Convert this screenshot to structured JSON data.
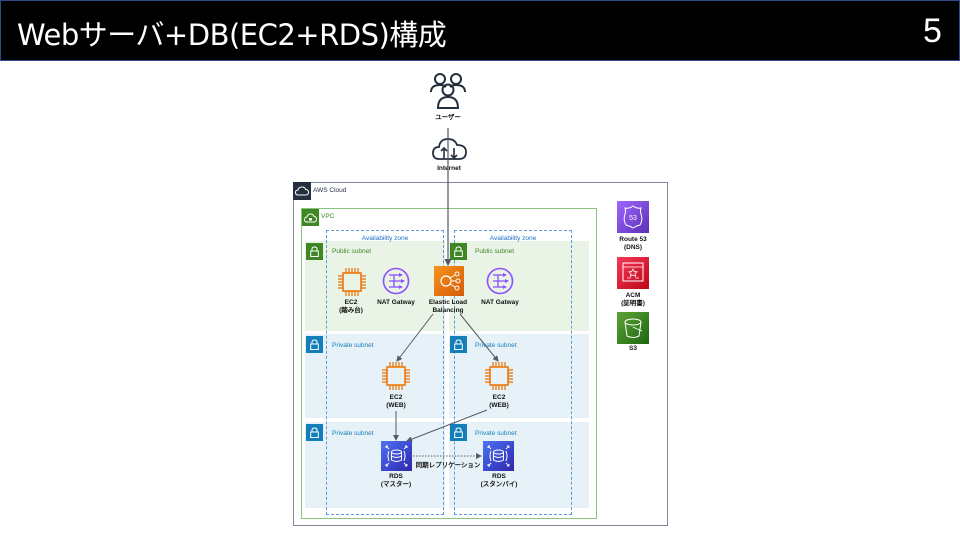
{
  "slide": {
    "title": "Webサーバ+DB(EC2+RDS)構成",
    "page_number": "5"
  },
  "diagram": {
    "external": {
      "users_label": "ユーザー",
      "internet_label": "Internet"
    },
    "aws_cloud": {
      "label": "AWS Cloud"
    },
    "vpc": {
      "label": "VPC"
    },
    "availability_zones": [
      {
        "label": "Availability zone"
      },
      {
        "label": "Availability zone"
      }
    ],
    "subnets": {
      "public_left": "Public subnet",
      "public_right": "Public subnet",
      "private_web_left": "Private subnet",
      "private_web_right": "Private subnet",
      "private_db_left": "Private subnet",
      "private_db_right": "Private subnet"
    },
    "nodes": {
      "ec2_bastion": {
        "line1": "EC2",
        "line2": "(踏み台)"
      },
      "nat_left": {
        "line1": "NAT Gatway"
      },
      "elb": {
        "line1": "Elastic Load",
        "line2": "Balancing"
      },
      "nat_right": {
        "line1": "NAT Gatway"
      },
      "ec2_web_left": {
        "line1": "EC2",
        "line2": "(WEB)"
      },
      "ec2_web_right": {
        "line1": "EC2",
        "line2": "(WEB)"
      },
      "rds_master": {
        "line1": "RDS",
        "line2": "(マスター)"
      },
      "rds_standby": {
        "line1": "RDS",
        "line2": "(スタンバイ)"
      }
    },
    "replication_label": "同期レプリケーション",
    "global_services": {
      "route53": {
        "line1": "Route 53",
        "line2": "(DNS)",
        "icon_text": "53"
      },
      "acm": {
        "line1": "ACM",
        "line2": "(証明書)"
      },
      "s3": {
        "line1": "S3"
      }
    },
    "colors": {
      "aws_cloud_border": "#7d8998",
      "aws_cloud_badge": "#232f3e",
      "vpc_border": "#8cc37e",
      "vpc_badge": "#3f8624",
      "az_border": "#5b9bd5",
      "az_label": "#1e6ec8",
      "public_fill": "#e9f3e6",
      "public_badge": "#3f8624",
      "public_label": "#3f8624",
      "private_fill": "#e6f2f8",
      "private_badge": "#147eba",
      "private_label": "#147eba",
      "ec2_orange": "#ed7100",
      "nat_purple": "#8c4fff",
      "elb_orange": "#e7660b",
      "rds_blue": "#3334b9",
      "route53_purple": "#8c4fff",
      "acm_red": "#dd344c",
      "s3_green": "#3f8624"
    }
  }
}
